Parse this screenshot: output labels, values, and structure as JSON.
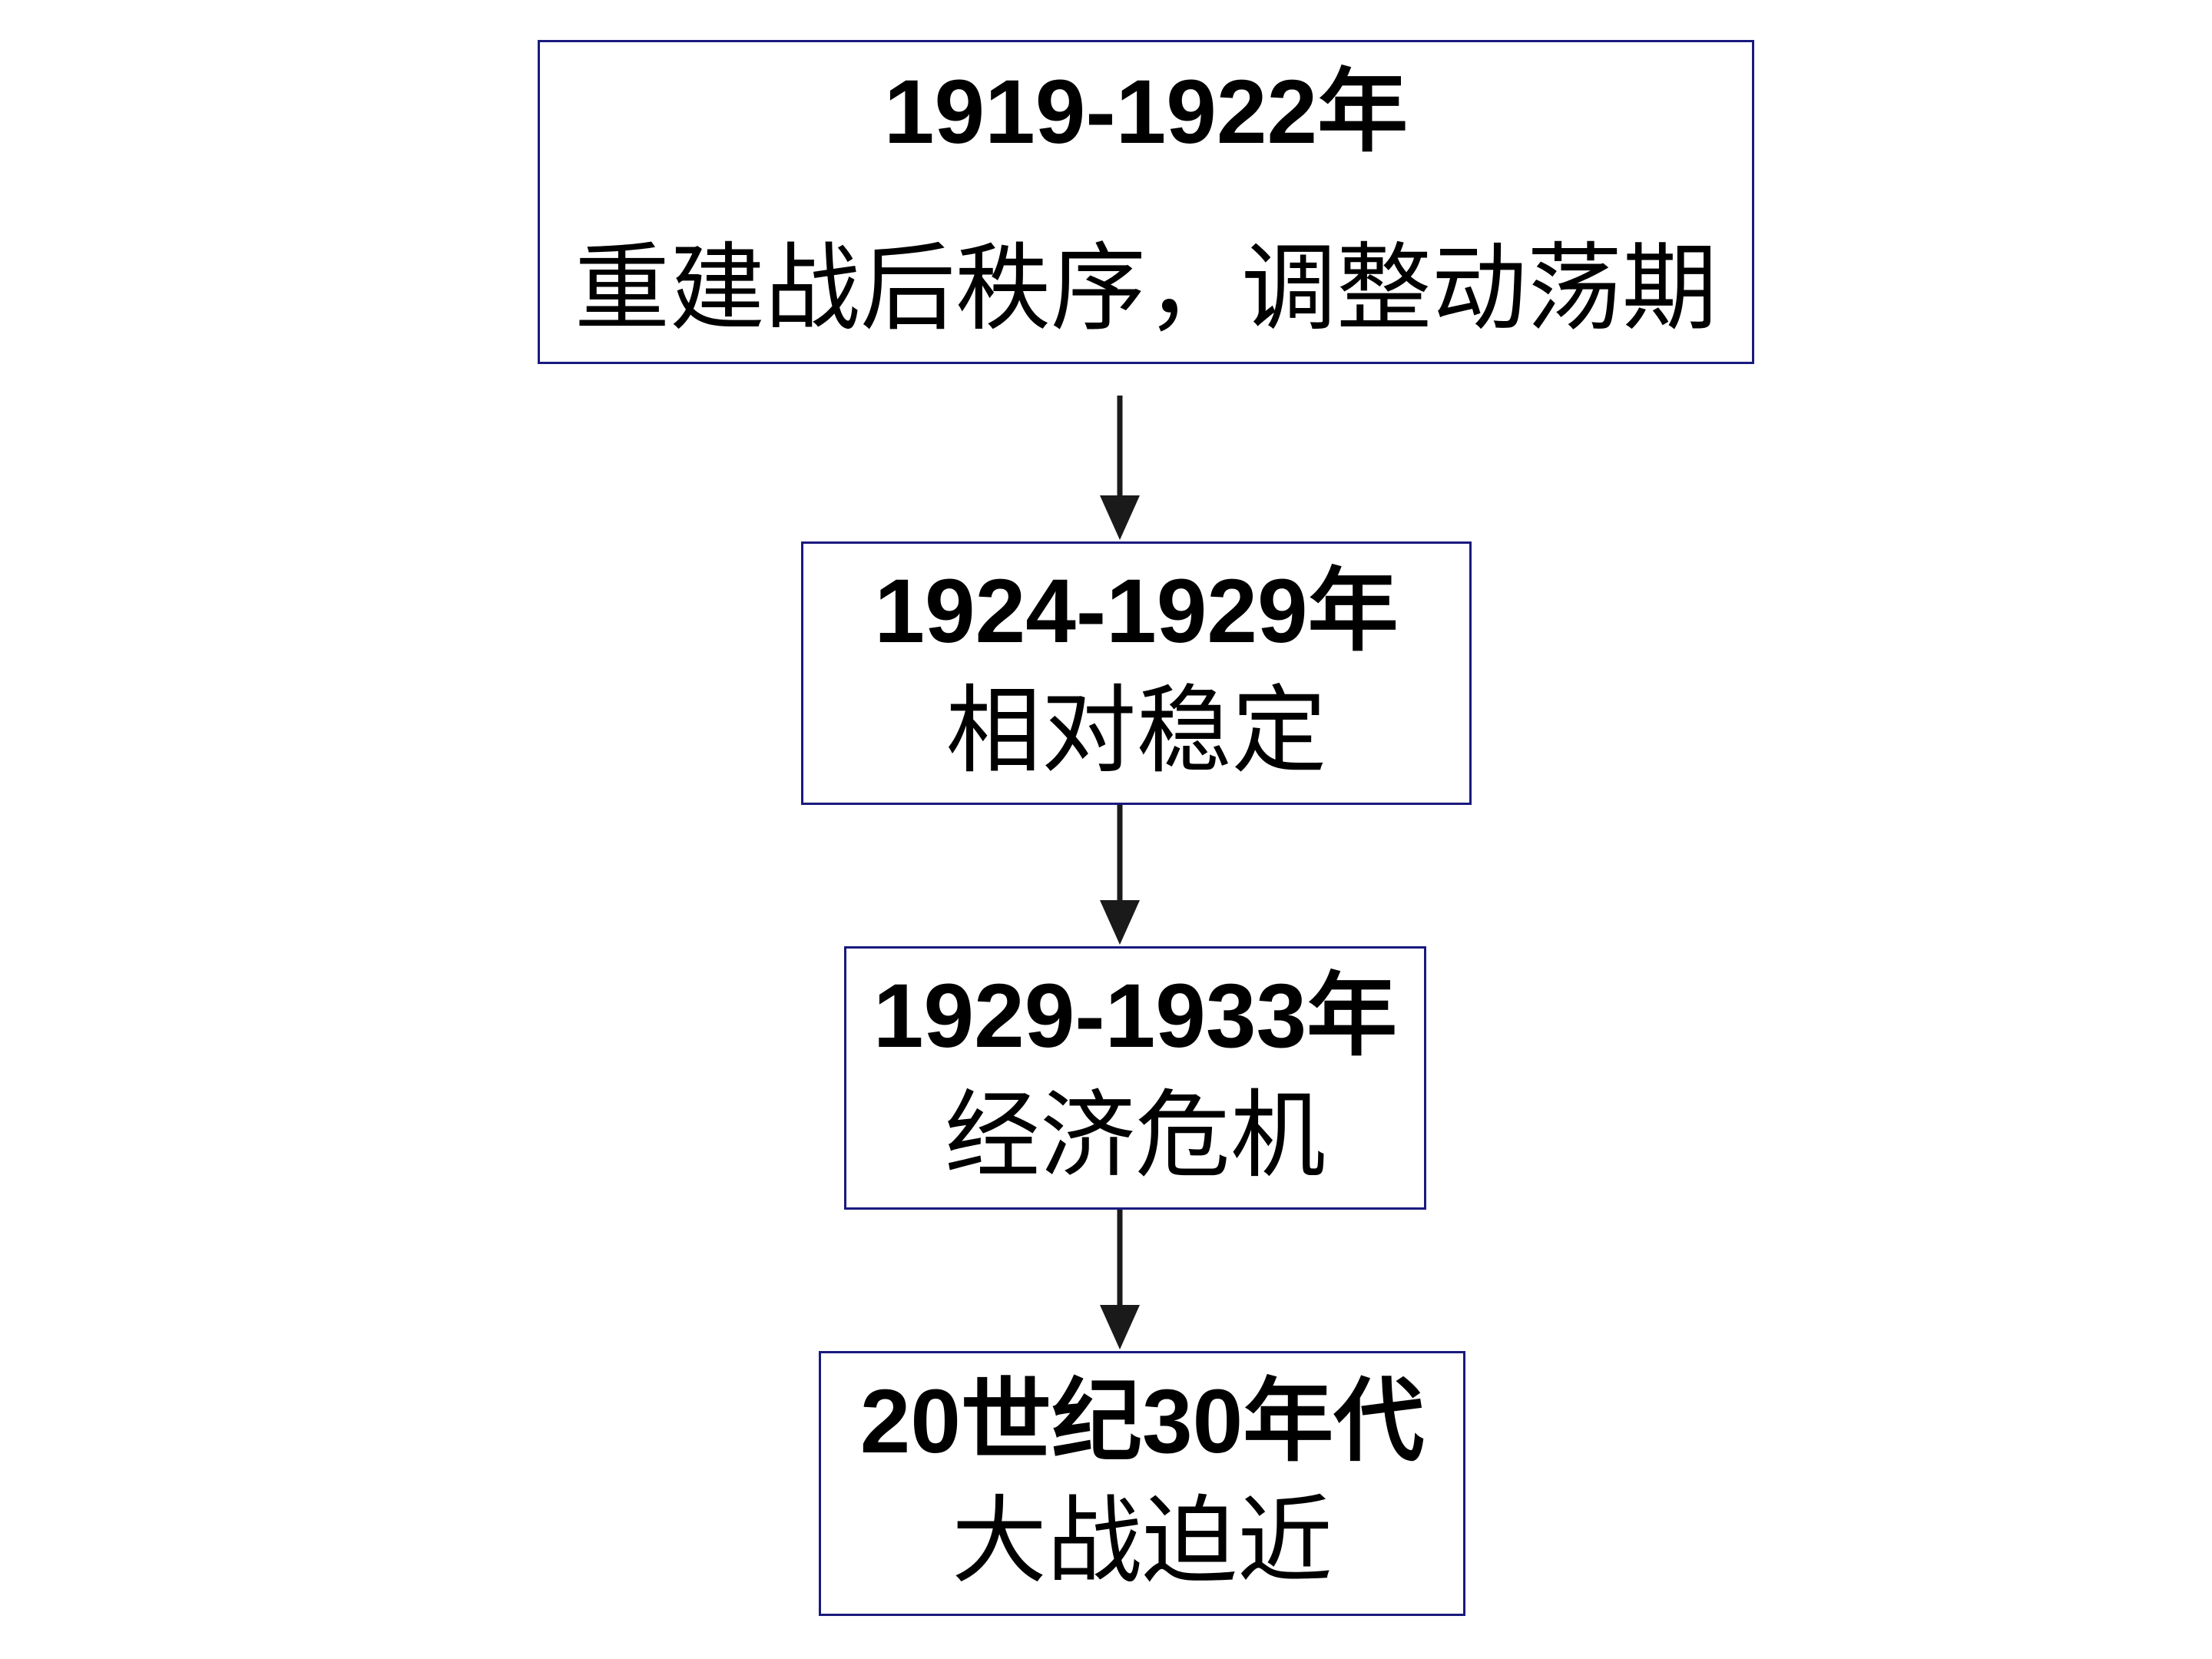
{
  "nodes": [
    {
      "period": "1919-1922年",
      "description": "重建战后秩序，调整动荡期"
    },
    {
      "period": "1924-1929年",
      "description": "相对稳定"
    },
    {
      "period": "1929-1933年",
      "description": "经济危机"
    },
    {
      "period": "20世纪30年代",
      "description": "大战迫近"
    }
  ],
  "colors": {
    "box_border": "#1a1a7e",
    "arrow": "#1a1a1a",
    "text": "#000000",
    "background": "#ffffff"
  }
}
